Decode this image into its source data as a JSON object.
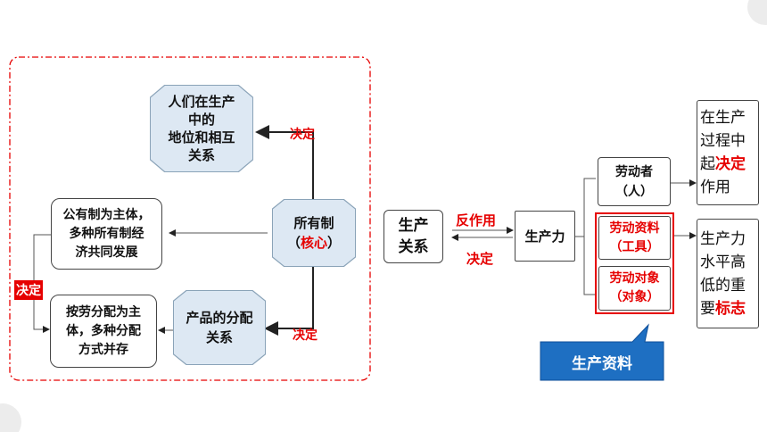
{
  "colors": {
    "accent_red": "#e60000",
    "callout_blue": "#1e6fc2",
    "node_fill": "#dde8f3",
    "line": "#222222"
  },
  "nodes": {
    "position_relations": [
      "人们在生产",
      "中的",
      "地位和相互",
      "关系"
    ],
    "ownership": {
      "line1": "所有制",
      "paren_open": "（",
      "core": "核心",
      "paren_close": "）"
    },
    "product_distribution": [
      "产品的分配",
      "关系"
    ],
    "public_ownership": [
      "公有制为主体，",
      "多种所有制经",
      "济共同发展"
    ],
    "labor_distribution": [
      "按劳分配为主",
      "体，多种分配",
      "方式并存"
    ],
    "production_relations": [
      "生产",
      "关系"
    ],
    "productivity": "生产力",
    "laborer": [
      "劳动者",
      "（人）"
    ],
    "means_of_labor": [
      "劳动资料",
      "（工具）"
    ],
    "object_of_labor": [
      "劳动对象",
      "（对象）"
    ],
    "decisive_role": {
      "l1": "在生产",
      "l2": "过程中",
      "l3_pre": "起",
      "l3_red": "决定",
      "l4": "作用"
    },
    "productivity_level": {
      "l1": "生产力",
      "l2": "水平高",
      "l3": "低的重",
      "l4_pre": "要",
      "l4_red": "标志"
    },
    "means_of_production": "生产资料"
  },
  "labels": {
    "decide_top": "决定",
    "decide_bottom": "决定",
    "decide_left": "决定",
    "reaction": "反作用",
    "decide_center": "决定"
  }
}
